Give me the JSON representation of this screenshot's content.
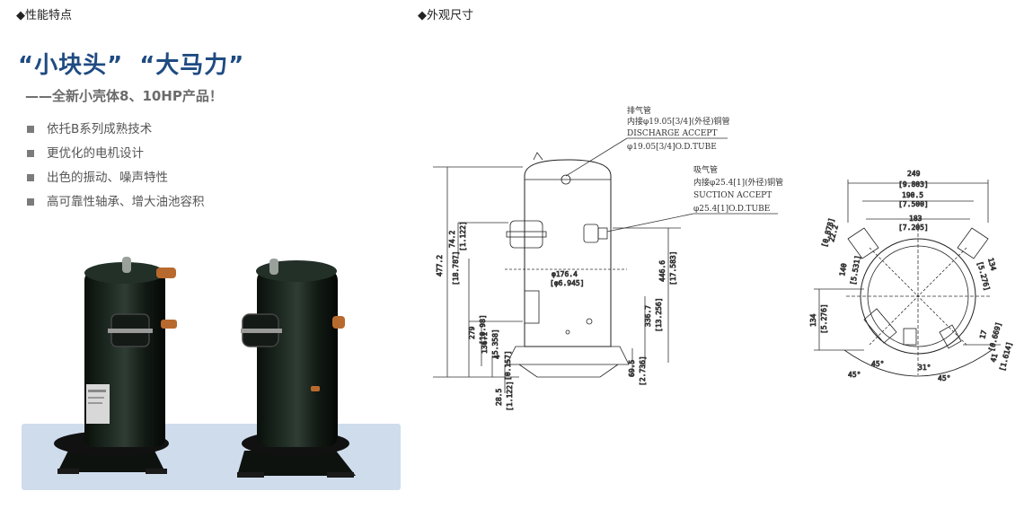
{
  "sections": {
    "left_heading": "◆性能特点",
    "right_heading": "◆外观尺寸"
  },
  "headline": {
    "part1": "“小块头”",
    "part2": "“大马力”"
  },
  "subline": "——全新小壳体8、10HP产品！",
  "features": [
    "依托B系列成熟技术",
    "更优化的电机设计",
    "出色的振动、噪声特性",
    "高可靠性轴承、增大油池容积"
  ],
  "drawing": {
    "discharge": {
      "l1": "排气管",
      "l2": "内接φ19.05[3/4](外径)铜管",
      "l3": "DISCHARGE ACCEPT",
      "l4": "φ19.05[3/4]O.D.TUBE"
    },
    "suction": {
      "l1": "吸气管",
      "l2": "内接φ25.4[1](外径)铜管",
      "l3": "SUCTION ACCEPT",
      "l4": "φ25.4[1]O.D.TUBE"
    },
    "dims_side": {
      "d4772": "477.2",
      "d18787": "[18.787]",
      "d742": "74.2",
      "d1122a": "[1.122]",
      "d279": "279",
      "d1098": "[10.98]",
      "d1361": "136.1",
      "d5358": "[5.358]",
      "d4": "4",
      "d0157": "[0.157]",
      "d285": "28.5",
      "d1122b": "[1.122]",
      "d1764": "φ176.4",
      "d6945": "[φ6.945]",
      "d4466": "446.6",
      "d17583": "[17.583]",
      "d3367": "336.7",
      "d13256": "[13.256]",
      "d695": "69.5",
      "d2736": "[2.736]"
    },
    "dims_top": {
      "d249": "249",
      "d9803": "[9.803]",
      "d1905": "190.5",
      "d7500": "[7.500]",
      "d183": "183",
      "d7205": "[7.205]",
      "d222": "22.2",
      "d0878": "[0.878]",
      "d140": "140",
      "d5531": "[5.531]",
      "d134a": "134",
      "d5276a": "[5.276]",
      "d134b": "134",
      "d5276b": "[5.276]",
      "d17": "17",
      "d0669": "[0.669]",
      "d41": "41",
      "d1614": "[1.614]",
      "a45a": "45°",
      "a31": "31°",
      "a45b": "45°",
      "a45c": "45°"
    }
  }
}
